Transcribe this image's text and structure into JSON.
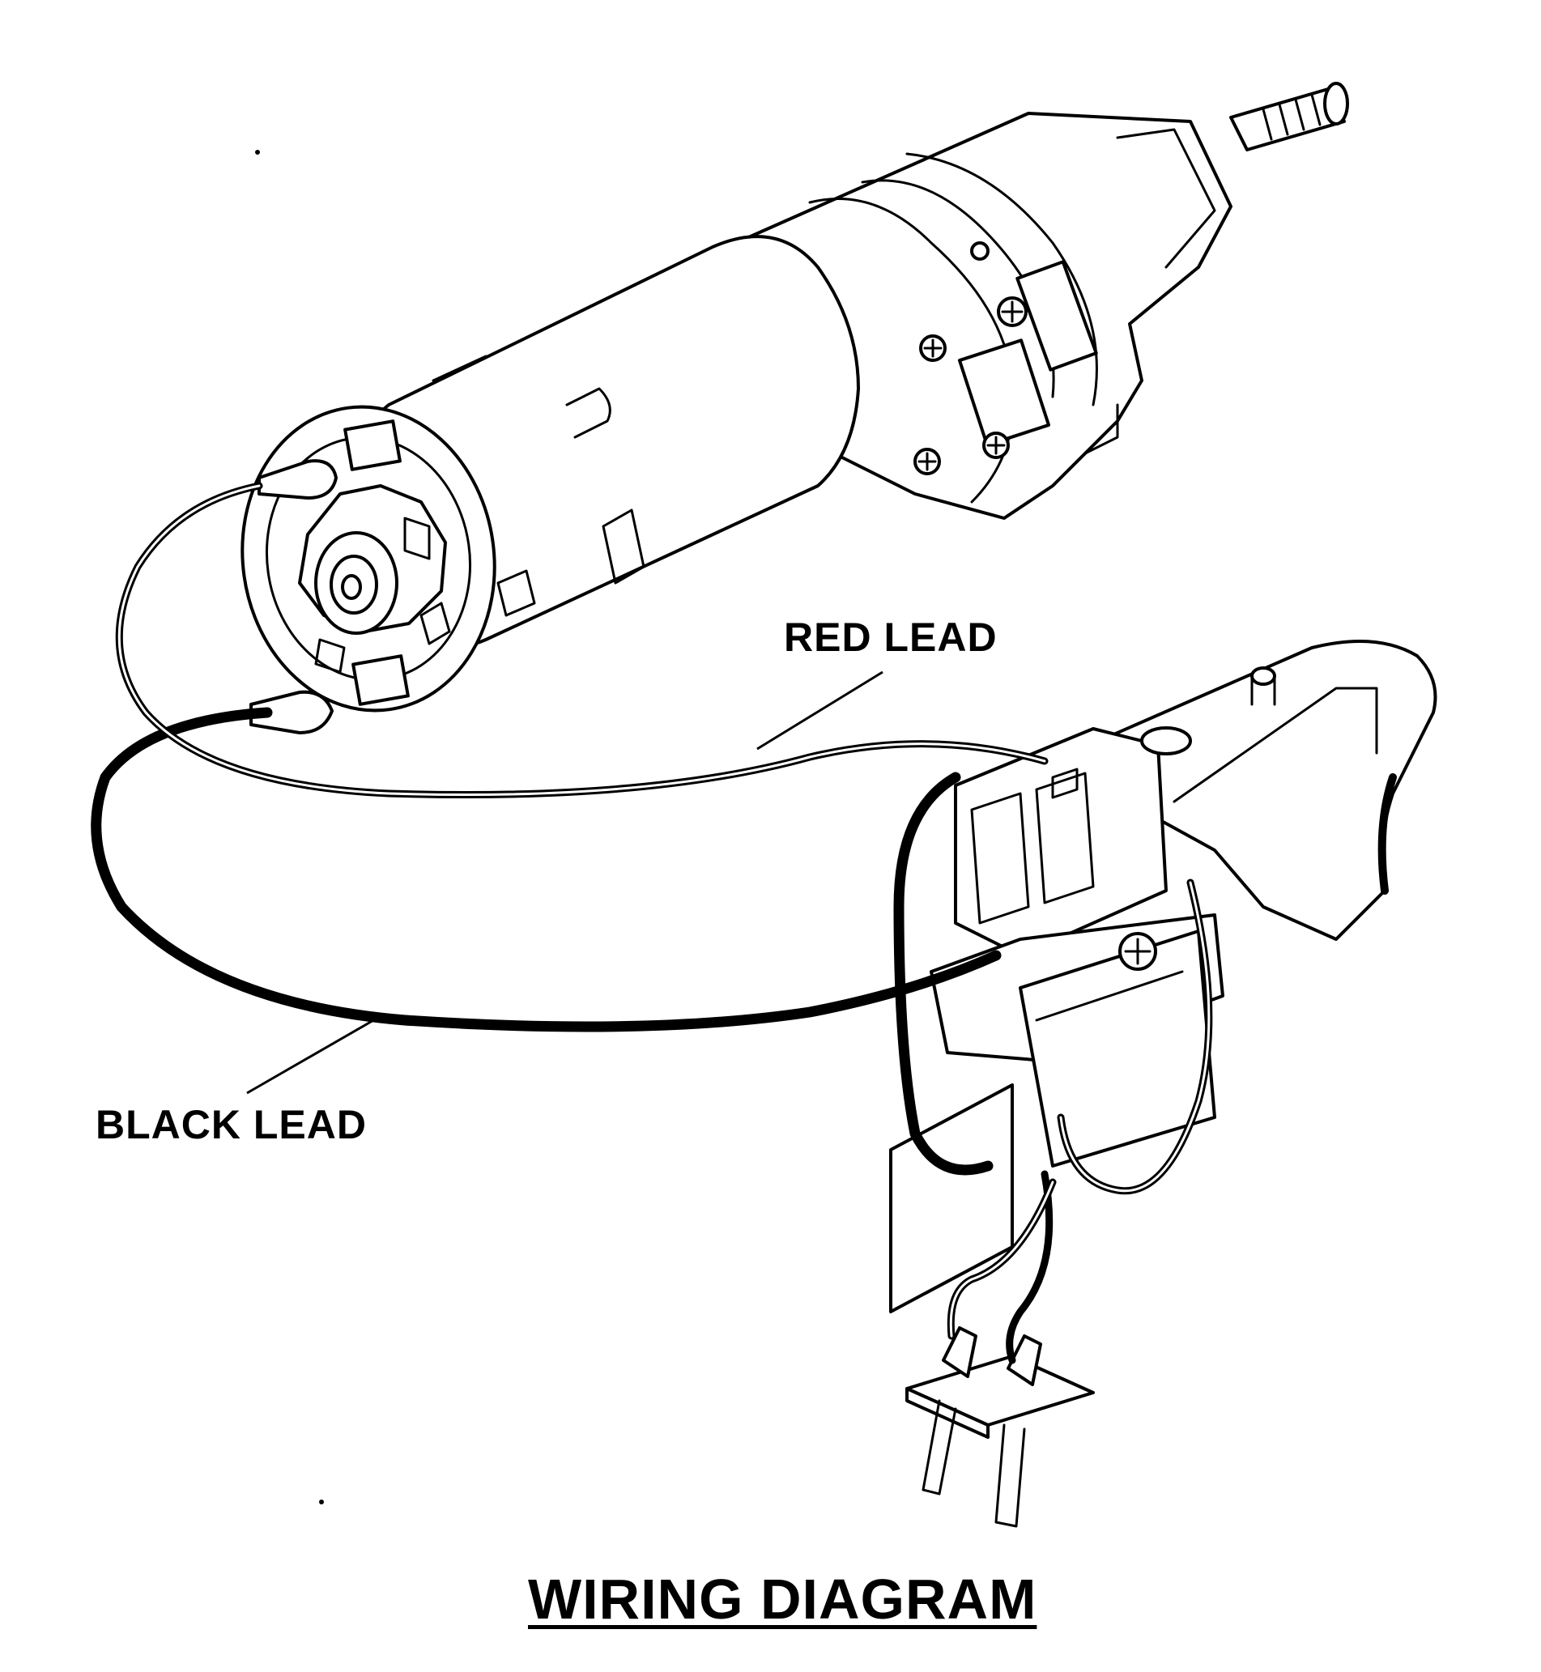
{
  "diagram": {
    "title": "WIRING DIAGRAM",
    "labels": {
      "red_lead": "RED LEAD",
      "black_lead": "BLACK LEAD"
    },
    "colors": {
      "ink": "#000000",
      "background": "#ffffff"
    }
  }
}
